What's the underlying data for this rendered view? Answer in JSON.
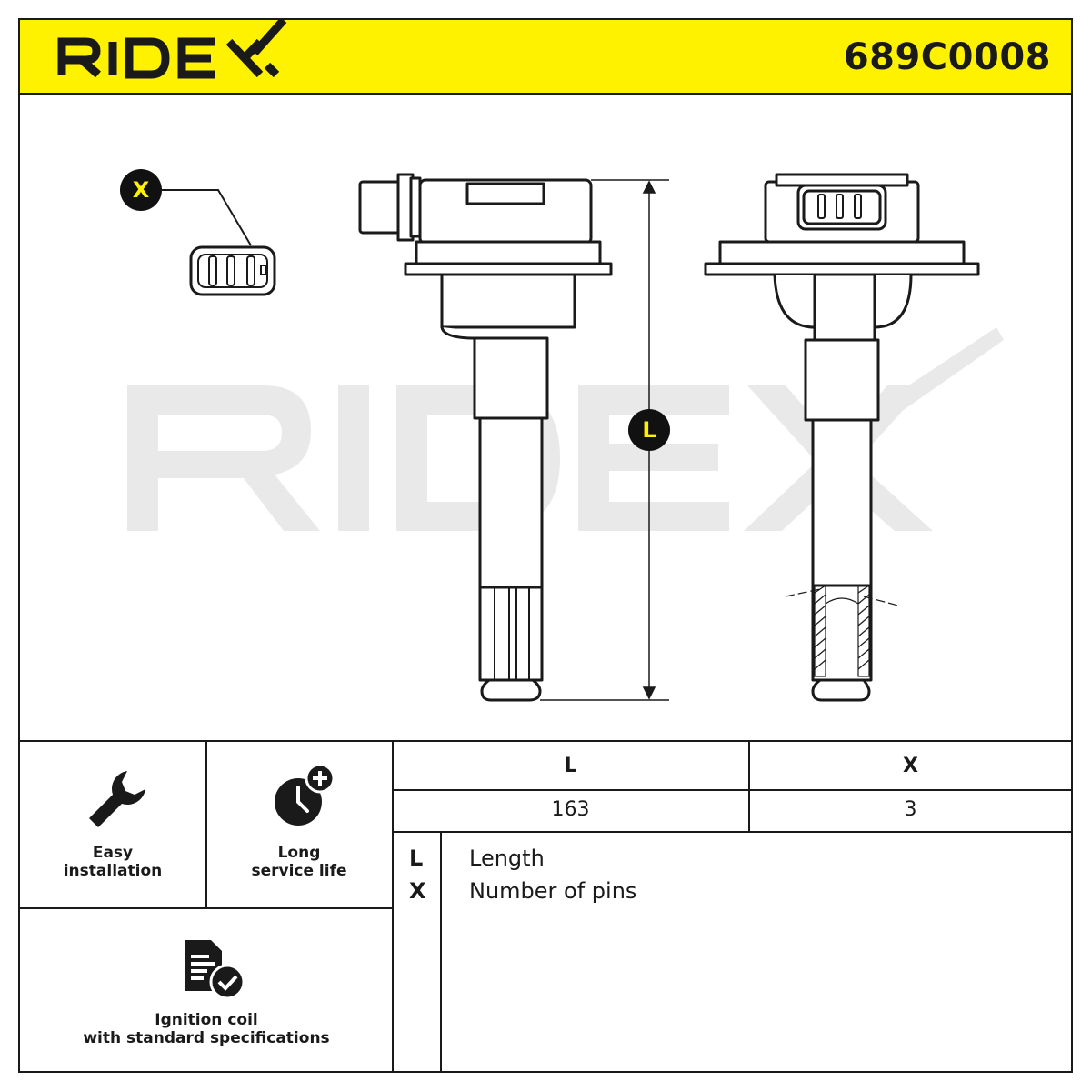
{
  "header": {
    "brand": "RIDEX",
    "part_number": "689C0008"
  },
  "drawing": {
    "watermark": "RIDEX",
    "badge_x": "X",
    "badge_l": "L"
  },
  "features": [
    {
      "icon": "wrench-icon",
      "line1": "Easy",
      "line2": "installation"
    },
    {
      "icon": "clock-plus-icon",
      "line1": "Long",
      "line2": "service life"
    },
    {
      "icon": "document-check-icon",
      "line1": "Ignition coil",
      "line2": "with standard specifications"
    }
  ],
  "spec_table": {
    "headers": [
      "L",
      "X"
    ],
    "values": [
      "163",
      "3"
    ]
  },
  "legend": [
    {
      "key": "L",
      "text": "Length"
    },
    {
      "key": "X",
      "text": "Number of pins"
    }
  ],
  "colors": {
    "accent_yellow": "#fff200",
    "ink": "#1a1a1a",
    "watermark_gray": "#e9e9e9"
  }
}
